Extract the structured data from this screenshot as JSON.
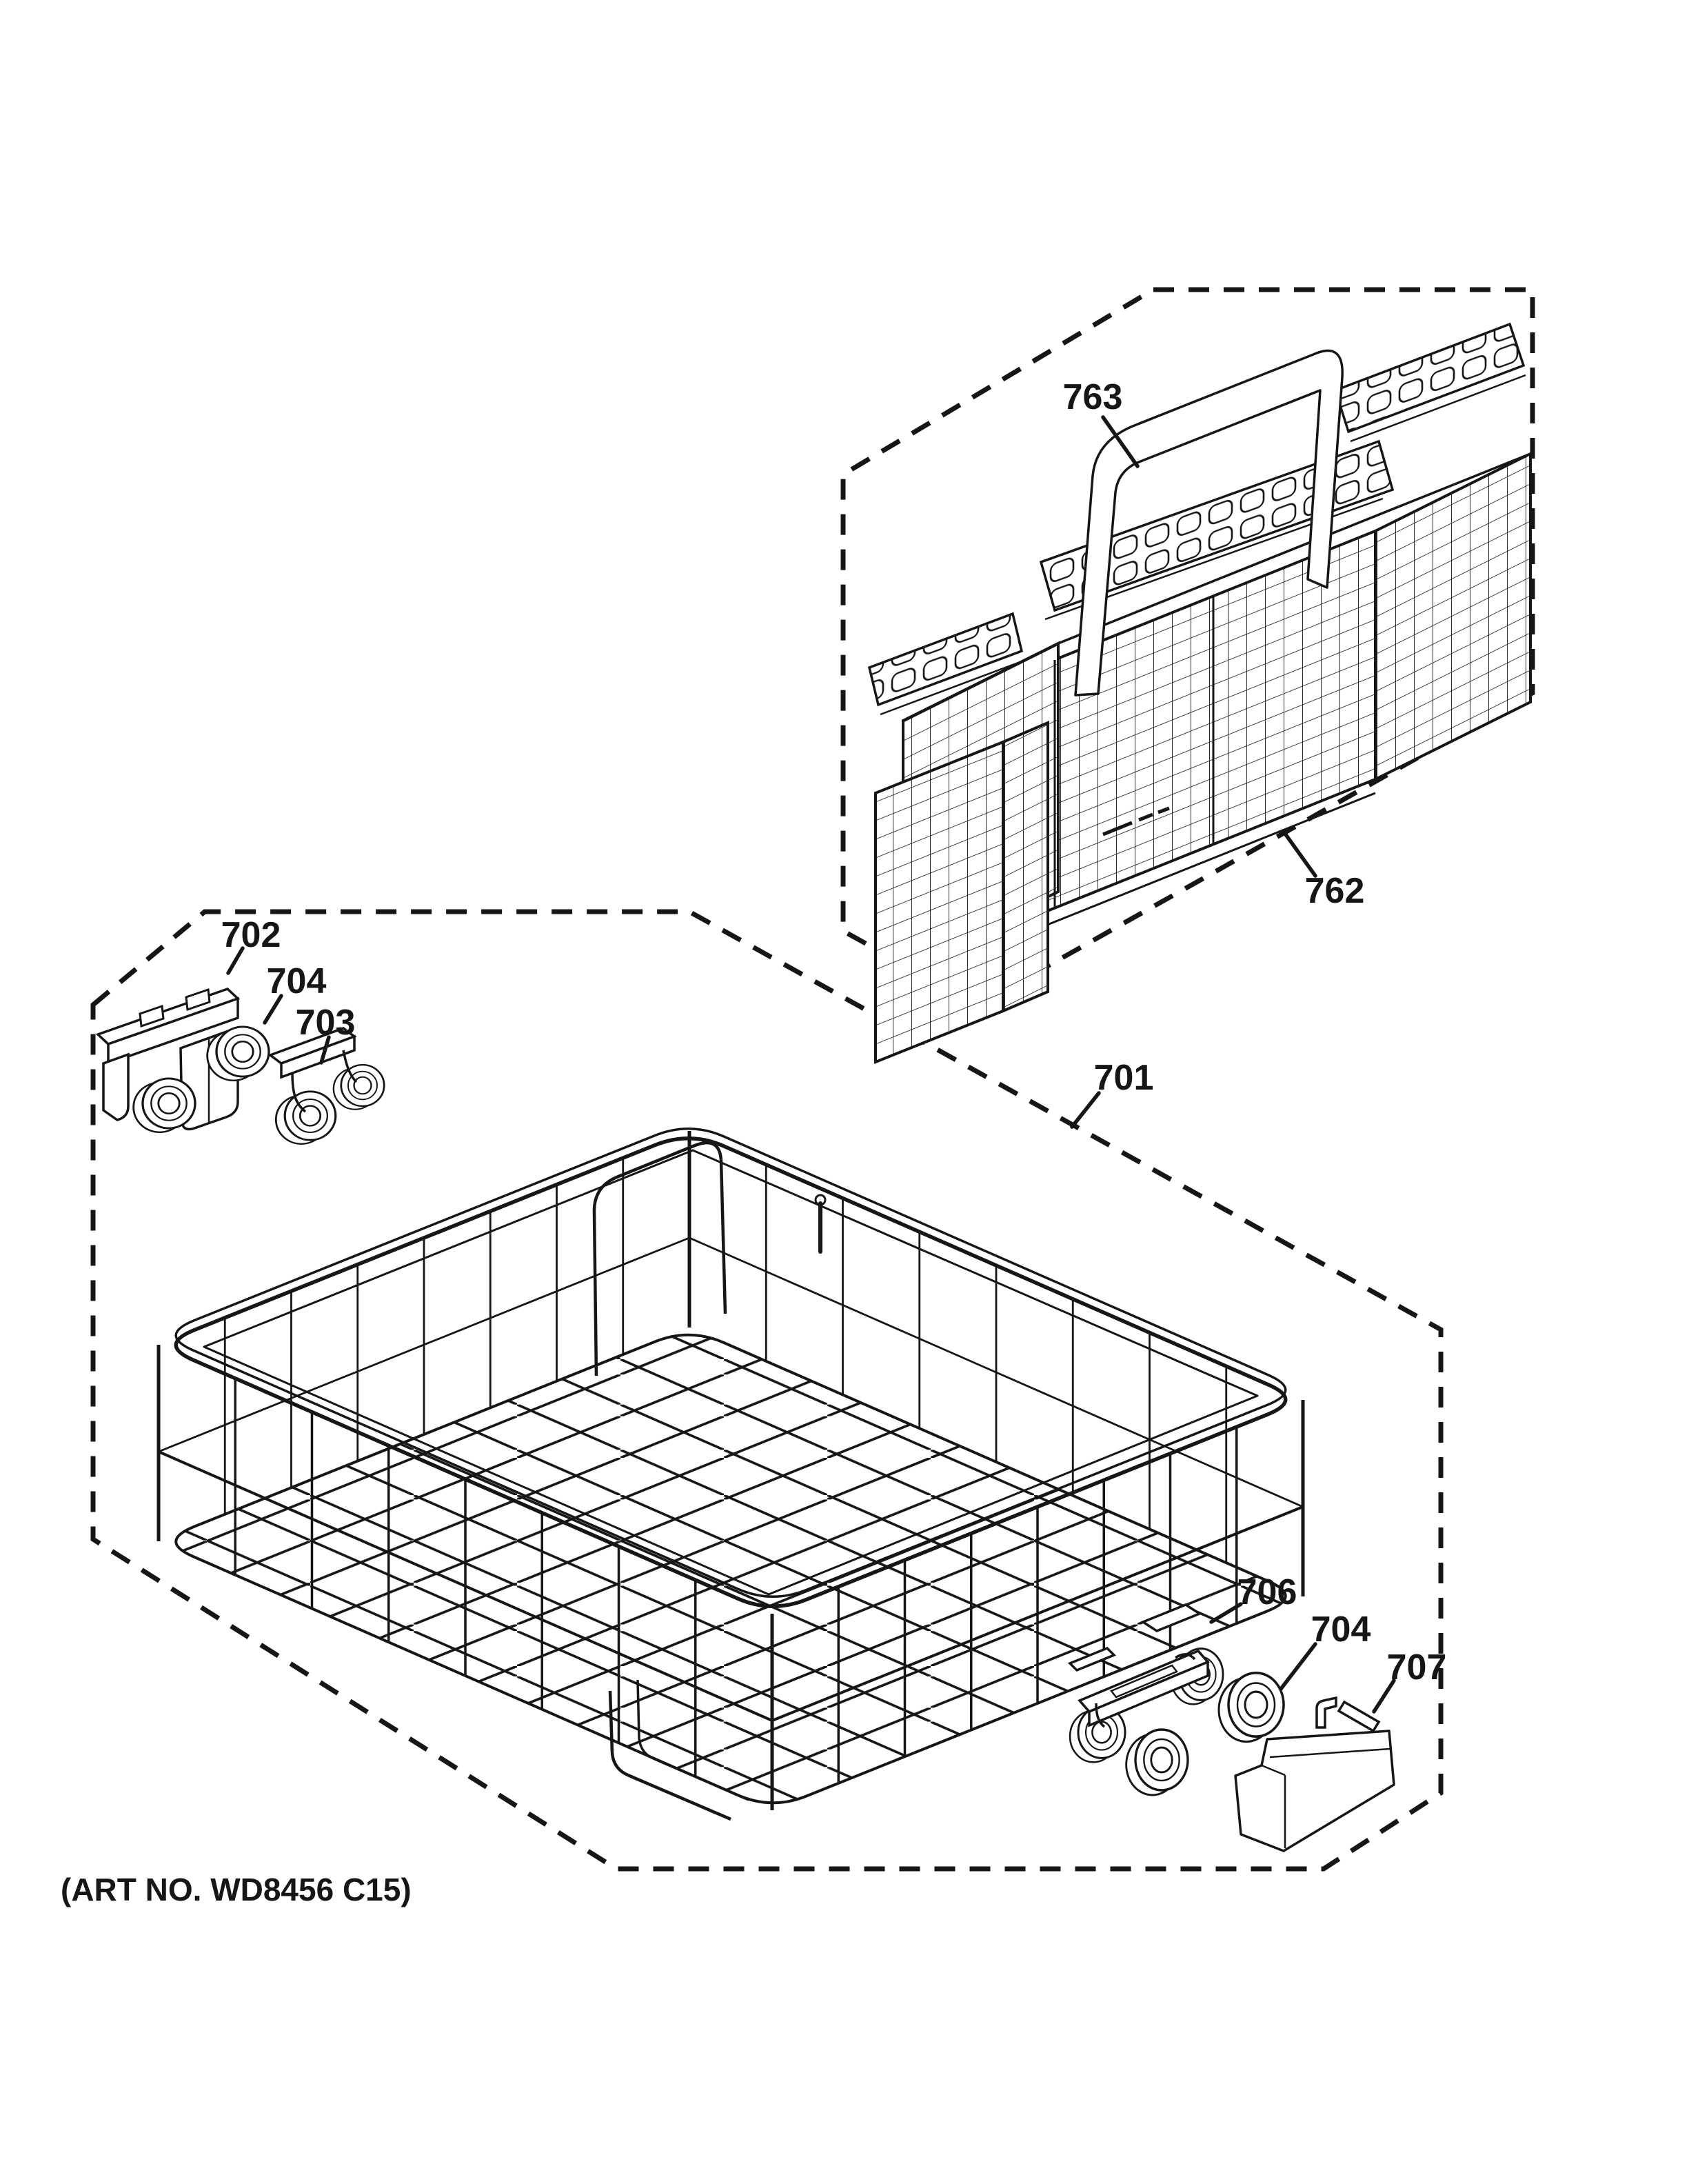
{
  "page": {
    "background": "#ffffff",
    "ink": "#161616"
  },
  "footer": {
    "art_no": "(ART NO. WD8456 C15)"
  },
  "callouts": [
    {
      "id": "763",
      "text": "763"
    },
    {
      "id": "762",
      "text": "762"
    },
    {
      "id": "701",
      "text": "701"
    },
    {
      "id": "702",
      "text": "702"
    },
    {
      "id": "704-left",
      "text": "704"
    },
    {
      "id": "703",
      "text": "703"
    },
    {
      "id": "706",
      "text": "706"
    },
    {
      "id": "704-right",
      "text": "704"
    },
    {
      "id": "707",
      "text": "707"
    }
  ]
}
